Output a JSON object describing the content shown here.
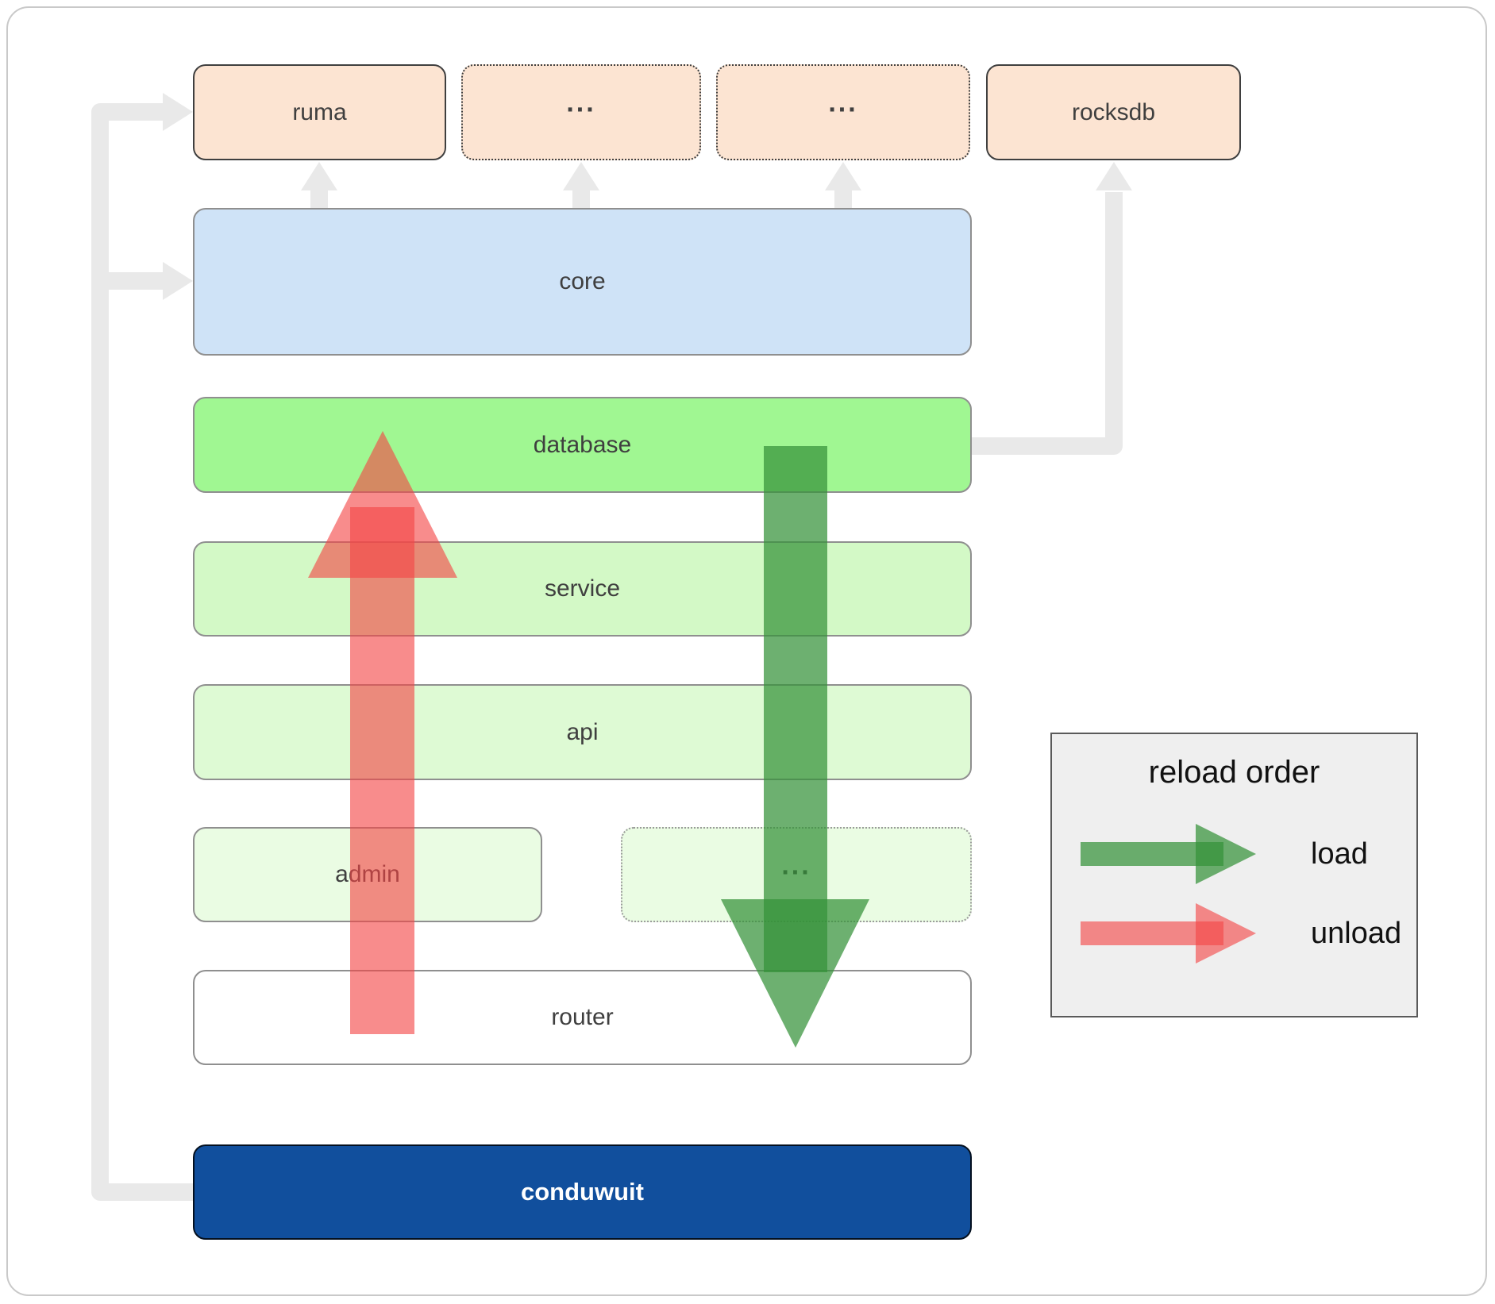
{
  "nodes": {
    "ruma": {
      "label": "ruma"
    },
    "ellipsis1": {
      "label": "..."
    },
    "ellipsis2": {
      "label": "..."
    },
    "rocksdb": {
      "label": "rocksdb"
    },
    "core": {
      "label": "core"
    },
    "database": {
      "label": "database"
    },
    "service": {
      "label": "service"
    },
    "api": {
      "label": "api"
    },
    "admin": {
      "label": "admin"
    },
    "ellipsis3": {
      "label": "..."
    },
    "router": {
      "label": "router"
    },
    "conduwuit": {
      "label": "conduwuit"
    }
  },
  "legend": {
    "title": "reload order",
    "items": [
      {
        "label": "load",
        "color": "rgba(53,146,57,0.72)"
      },
      {
        "label": "unload",
        "color": "rgba(244,70,70,0.62)"
      }
    ]
  },
  "colors": {
    "peach": "#fce4d2",
    "core_blue": "#cfe3f7",
    "database_green": "#a0f792",
    "service_green": "#d3f9c6",
    "api_green": "#defad4",
    "admin_green": "#eafce3",
    "router_white": "#ffffff",
    "conduwuit_blue": "#114f9d",
    "connector_gray": "#e9e9e9",
    "load_arrow": "rgba(53,146,57,0.72)",
    "unload_arrow": "rgba(244,70,70,0.62)",
    "legend_bg": "#efefef"
  }
}
